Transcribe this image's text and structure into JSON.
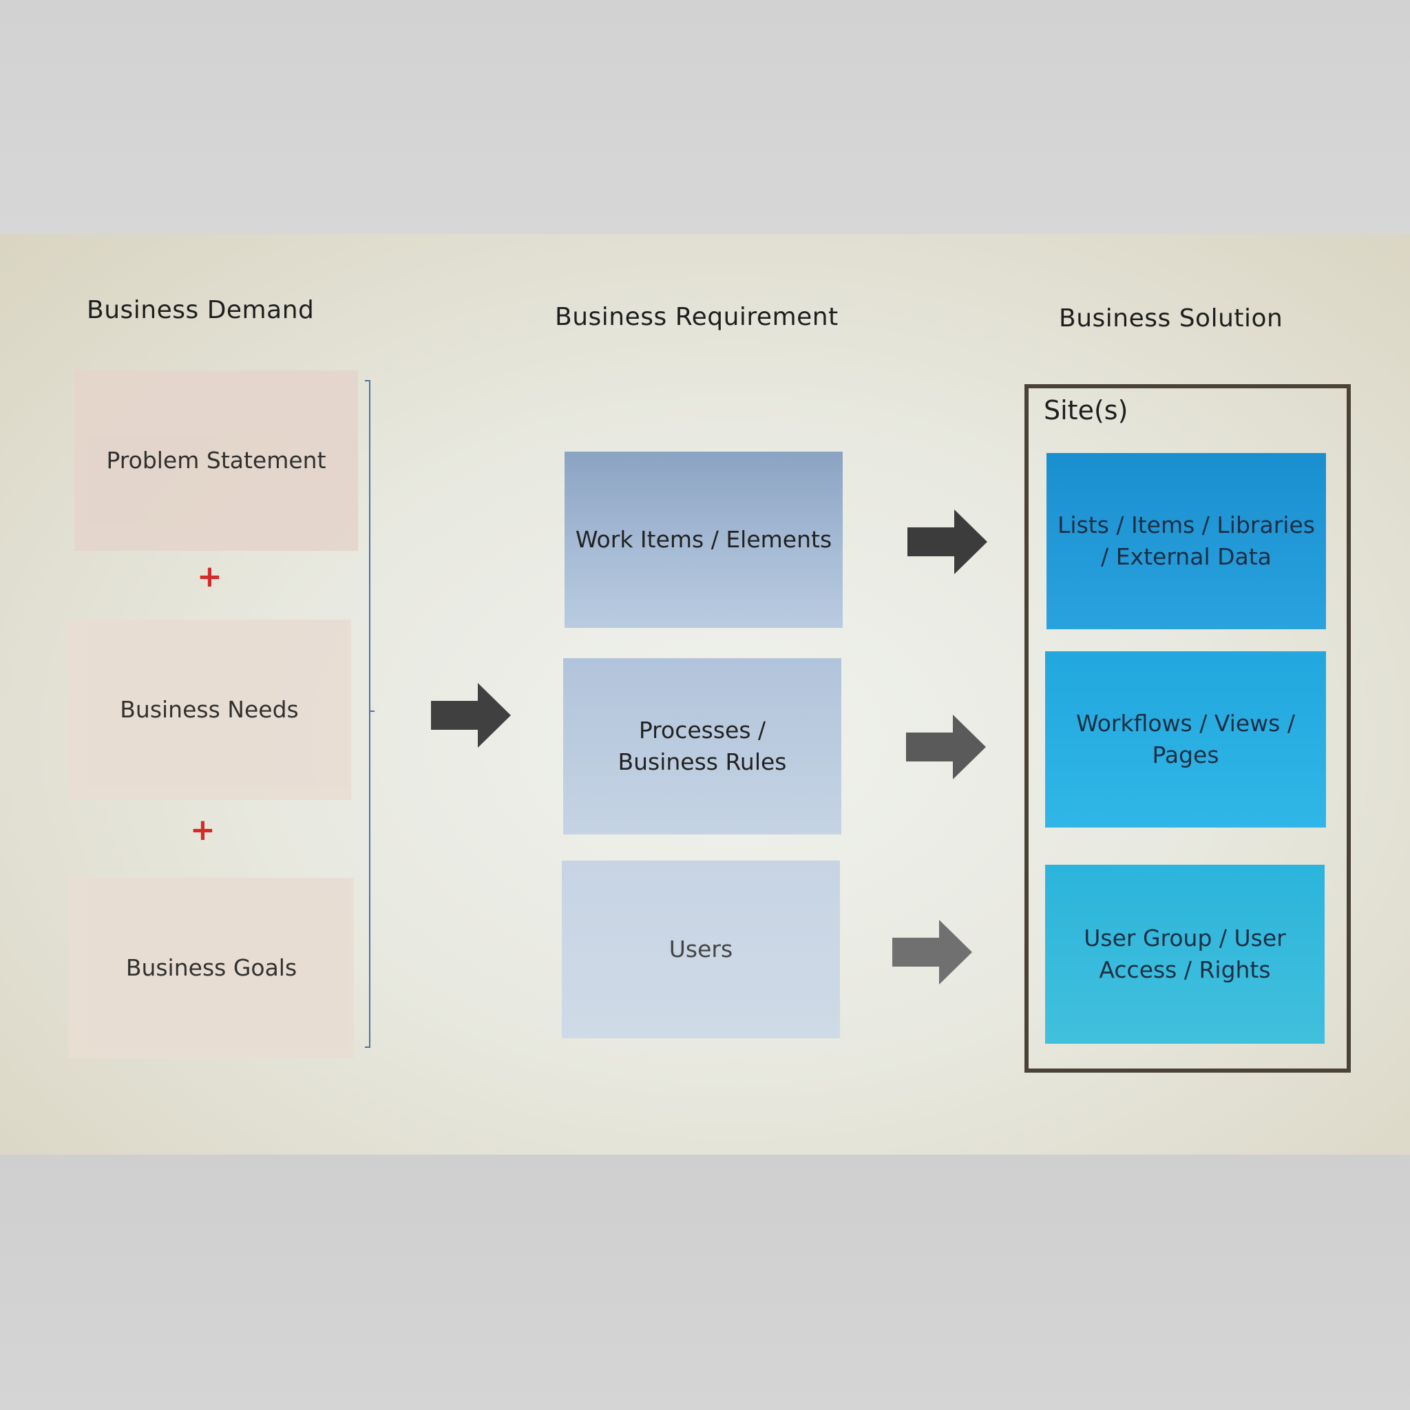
{
  "headings": {
    "demand": "Business Demand",
    "requirement": "Business Requirement",
    "solution": "Business Solution"
  },
  "demand": {
    "problem_statement": "Problem Statement",
    "business_needs": "Business Needs",
    "business_goals": "Business Goals",
    "plus_symbol": "+"
  },
  "requirement": {
    "work_items": "Work Items / Elements",
    "processes_line1": "Processes /",
    "processes_line2": "Business Rules",
    "users": "Users"
  },
  "solution": {
    "site_label": "Site(s)",
    "lists_line1": "Lists / Items / Libraries",
    "lists_line2": "/ External Data",
    "workflows_line1": "Workflows / Views /",
    "workflows_line2": "Pages",
    "usergroup_line1": "User Group / User",
    "usergroup_line2": "Access / Rights"
  },
  "colors": {
    "plus": "#d52a2a",
    "arrow_dark": "#404040",
    "arrow_light": "#707070",
    "bracket": "#4b72a6",
    "site_border": "#4a4236"
  }
}
